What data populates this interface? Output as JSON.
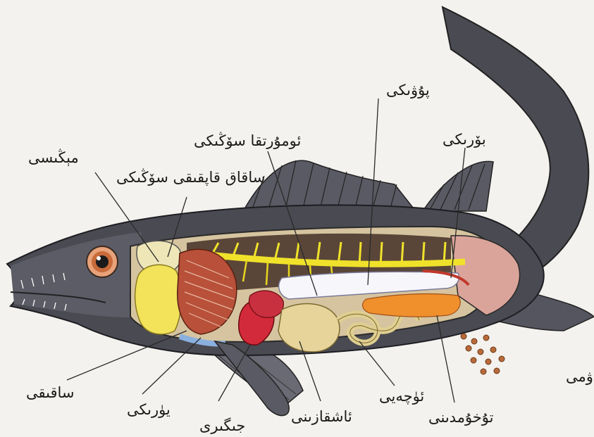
{
  "labels": {
    "brain": "مېڭىسى",
    "gill_artery": "ساقاق قاپقىقى سۆڭىكى",
    "spine": "ئومۇرتقا سۆڭىكى",
    "swim_bladder": "پۇۋىكى",
    "kidney": "بۆرىكى",
    "gills": "ساقىقى",
    "heart": "يۈرىكى",
    "liver": "جىگىرى",
    "stomach": "ئاشقازىنى",
    "intestine": "ئۈچەيى",
    "ovary": "تۇخۇمدىنى",
    "eggs": "ۋمى"
  },
  "colors": {
    "body": "#4a4a52",
    "body_light": "#6e6e78",
    "cavity": "#d9c9a8",
    "spine": "#f0e22a",
    "liver": "#f2e35a",
    "heart": "#d22a3a",
    "gill": "#b8503a",
    "stomach": "#e7d49a",
    "ovary": "#f0902c",
    "bladder": "#f7f7fb"
  }
}
